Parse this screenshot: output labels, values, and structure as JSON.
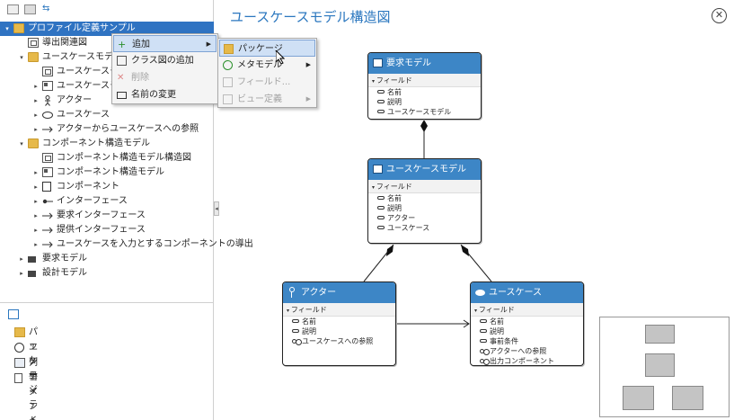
{
  "toolbar": {
    "icons": [
      "collapse-all-icon",
      "expand-all-icon",
      "sync-icon"
    ]
  },
  "tree": {
    "items": [
      {
        "label": "プロファイル定義サンプル",
        "depth": 0,
        "expander": "▾",
        "icon": "folder-icon",
        "selected": true
      },
      {
        "label": "導出関連図",
        "depth": 1,
        "expander": "",
        "icon": "diagram-icon"
      },
      {
        "label": "ユースケースモデル",
        "depth": 1,
        "expander": "▾",
        "icon": "folder-icon"
      },
      {
        "label": "ユースケースモデル構",
        "depth": 2,
        "expander": "",
        "icon": "diagram-icon"
      },
      {
        "label": "ユースケースモデル",
        "depth": 2,
        "expander": "▸",
        "icon": "model-icon"
      },
      {
        "label": "アクター",
        "depth": 2,
        "expander": "▸",
        "icon": "actor-icon"
      },
      {
        "label": "ユースケース",
        "depth": 2,
        "expander": "▸",
        "icon": "usecase-icon"
      },
      {
        "label": "アクターからユースケースへの参照",
        "depth": 2,
        "expander": "▸",
        "icon": "arrow-icon"
      },
      {
        "label": "コンポーネント構造モデル",
        "depth": 1,
        "expander": "▾",
        "icon": "folder-icon"
      },
      {
        "label": "コンポーネント構造モデル構造図",
        "depth": 2,
        "expander": "",
        "icon": "diagram-icon"
      },
      {
        "label": "コンポーネント構造モデル",
        "depth": 2,
        "expander": "▸",
        "icon": "model-icon"
      },
      {
        "label": "コンポーネント",
        "depth": 2,
        "expander": "▸",
        "icon": "component-icon"
      },
      {
        "label": "インターフェース",
        "depth": 2,
        "expander": "▸",
        "icon": "interface-icon"
      },
      {
        "label": "要求インターフェース",
        "depth": 2,
        "expander": "▸",
        "icon": "arrow-icon"
      },
      {
        "label": "提供インターフェース",
        "depth": 2,
        "expander": "▸",
        "icon": "arrow-icon"
      },
      {
        "label": "ユースケースを入力とするコンポーネントの導出",
        "depth": 2,
        "expander": "▸",
        "icon": "arrow-icon"
      },
      {
        "label": "要求モデル",
        "depth": 1,
        "expander": "▸",
        "icon": "model-group-icon"
      },
      {
        "label": "設計モデル",
        "depth": 1,
        "expander": "▸",
        "icon": "model-group-icon"
      }
    ]
  },
  "palette": {
    "header_icon": "palette-icon",
    "items": [
      {
        "label": "パッケージ",
        "icon": "package-icon"
      },
      {
        "label": "エンティティ",
        "icon": "entity-icon"
      },
      {
        "label": "列挙",
        "icon": "enum-icon"
      },
      {
        "label": "コメント",
        "icon": "comment-icon"
      }
    ]
  },
  "context_menu": {
    "items": [
      {
        "label": "追加",
        "icon": "add-icon",
        "submenu": true,
        "highlighted": true,
        "disabled": false
      },
      {
        "label": "クラス図の追加",
        "icon": "class-diagram-icon",
        "submenu": false,
        "highlighted": false,
        "disabled": false
      },
      {
        "label": "削除",
        "icon": "delete-icon",
        "submenu": false,
        "highlighted": false,
        "disabled": true
      },
      {
        "label": "名前の変更",
        "icon": "rename-icon",
        "submenu": false,
        "highlighted": false,
        "disabled": false
      }
    ]
  },
  "submenu": {
    "items": [
      {
        "label": "パッケージ",
        "icon": "package-icon",
        "submenu": false,
        "highlighted": true,
        "disabled": false
      },
      {
        "label": "メタモデル",
        "icon": "metamodel-icon",
        "submenu": true,
        "highlighted": false,
        "disabled": false
      },
      {
        "label": "フィールド...",
        "icon": "field-icon",
        "submenu": false,
        "highlighted": false,
        "disabled": true
      },
      {
        "label": "ビュー定義",
        "icon": "view-def-icon",
        "submenu": true,
        "highlighted": false,
        "disabled": true
      }
    ]
  },
  "diagram": {
    "title": "ユースケースモデル構造図",
    "classes": {
      "req": {
        "name": "要求モデル",
        "section": "フィールド",
        "fields": [
          {
            "label": "名前",
            "kind": "attr"
          },
          {
            "label": "説明",
            "kind": "attr"
          },
          {
            "label": "ユースケースモデル",
            "kind": "attr"
          }
        ]
      },
      "ucm": {
        "name": "ユースケースモデル",
        "section": "フィールド",
        "fields": [
          {
            "label": "名前",
            "kind": "attr"
          },
          {
            "label": "説明",
            "kind": "attr"
          },
          {
            "label": "アクター",
            "kind": "attr"
          },
          {
            "label": "ユースケース",
            "kind": "attr"
          }
        ]
      },
      "actor": {
        "name": "アクター",
        "section": "フィールド",
        "fields": [
          {
            "label": "名前",
            "kind": "attr"
          },
          {
            "label": "説明",
            "kind": "attr"
          },
          {
            "label": "ユースケースへの参照",
            "kind": "ref"
          }
        ]
      },
      "uc": {
        "name": "ユースケース",
        "section": "フィールド",
        "fields": [
          {
            "label": "名前",
            "kind": "attr"
          },
          {
            "label": "説明",
            "kind": "attr"
          },
          {
            "label": "事前条件",
            "kind": "attr"
          },
          {
            "label": "アクターへの参照",
            "kind": "ref"
          },
          {
            "label": "出力コンポーネント",
            "kind": "ref"
          }
        ]
      }
    }
  },
  "colors": {
    "accent": "#2b77bf",
    "class_header": "#3d86c6",
    "selection": "#2f73c2",
    "menu_highlight": "#cfe0f5"
  }
}
